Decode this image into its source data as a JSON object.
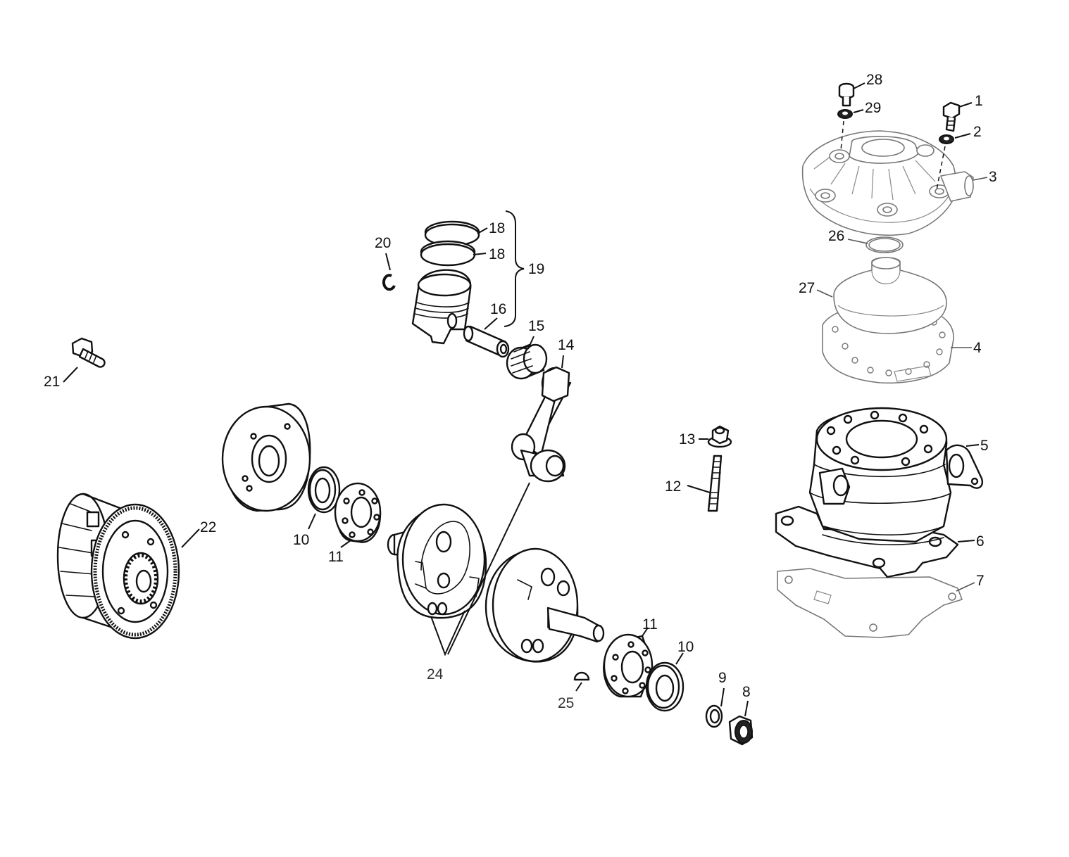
{
  "labels": {
    "l1": "1",
    "l2": "2",
    "l3": "3",
    "l4": "4",
    "l5": "5",
    "l6": "6",
    "l7": "7",
    "l8": "8",
    "l9": "9",
    "l10a": "10",
    "l10b": "10",
    "l11a": "11",
    "l11b": "11",
    "l12": "12",
    "l13": "13",
    "l14": "14",
    "l15": "15",
    "l16": "16",
    "l18a": "18",
    "l18b": "18",
    "l19": "19",
    "l20": "20",
    "l21": "21",
    "l22": "22",
    "l24": "24",
    "l25": "25",
    "l26": "26",
    "l27": "27",
    "l28": "28",
    "l29": "29"
  }
}
